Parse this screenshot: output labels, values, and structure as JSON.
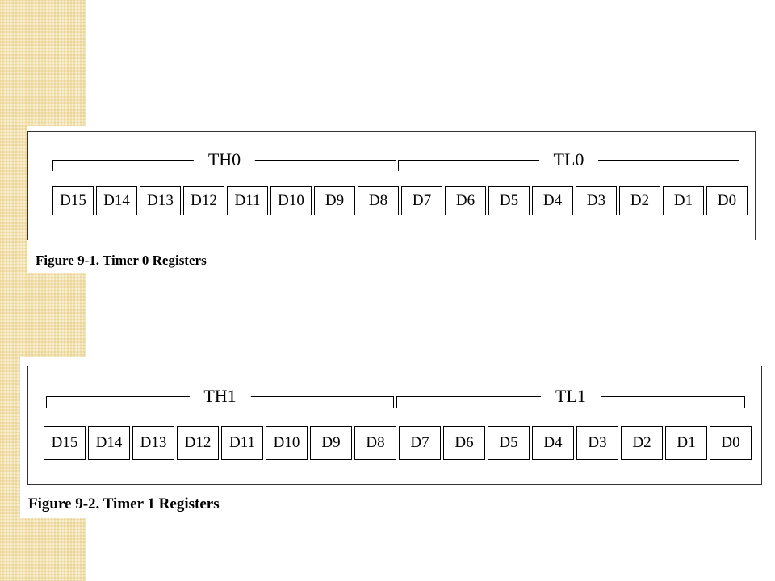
{
  "figures": [
    {
      "high_label": "TH0",
      "low_label": "TL0",
      "bits": [
        "D15",
        "D14",
        "D13",
        "D12",
        "D11",
        "D10",
        "D9",
        "D8",
        "D7",
        "D6",
        "D5",
        "D4",
        "D3",
        "D2",
        "D1",
        "D0"
      ],
      "caption": "Figure 9-1. Timer 0 Registers"
    },
    {
      "high_label": "TH1",
      "low_label": "TL1",
      "bits": [
        "D15",
        "D14",
        "D13",
        "D12",
        "D11",
        "D10",
        "D9",
        "D8",
        "D7",
        "D6",
        "D5",
        "D4",
        "D3",
        "D2",
        "D1",
        "D0"
      ],
      "caption": "Figure 9-2. Timer 1 Registers"
    }
  ],
  "colors": {
    "sidebar": "#f2e0ad",
    "line": "#000000"
  }
}
